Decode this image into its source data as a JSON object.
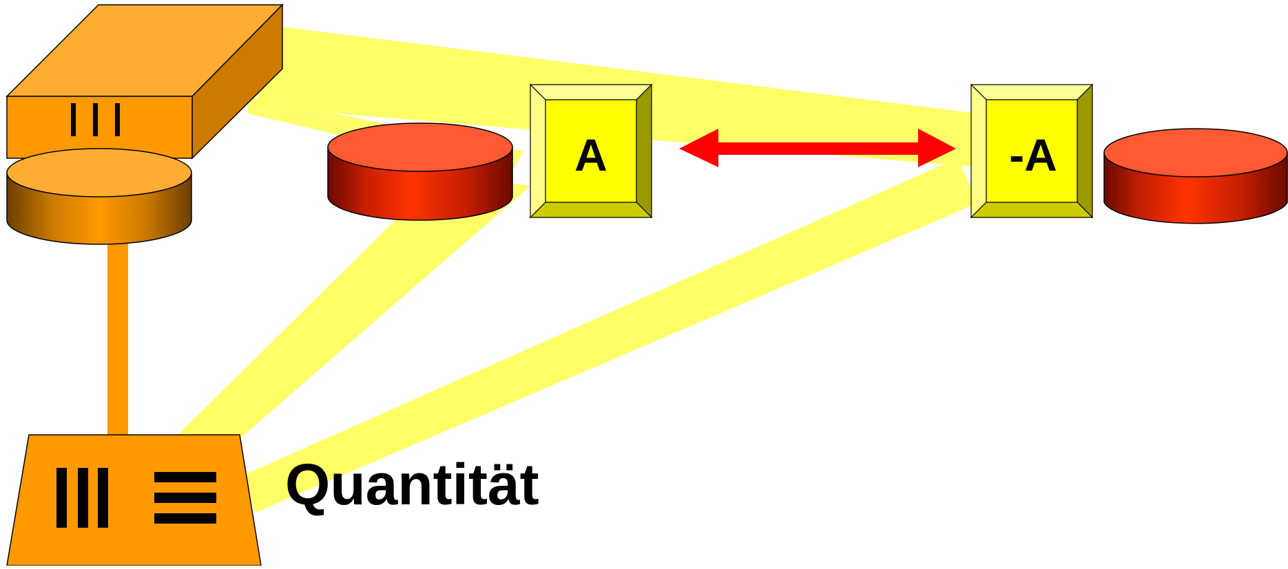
{
  "title": "Quantität",
  "box_left_label": "A",
  "box_right_label": "-A",
  "colors": {
    "beam": "#ffff66",
    "orange": "#ff9900",
    "red_disk_top": "#ff5a33",
    "red_disk_side": "#ff3300",
    "yellow_box": "#ffff00",
    "arrow": "#ff0000"
  },
  "icons": {
    "top_block": "three-vertical-bars",
    "base_block_left": "three-vertical-bars",
    "base_block_right": "three-horizontal-bars",
    "arrow": "double-headed-arrow"
  }
}
